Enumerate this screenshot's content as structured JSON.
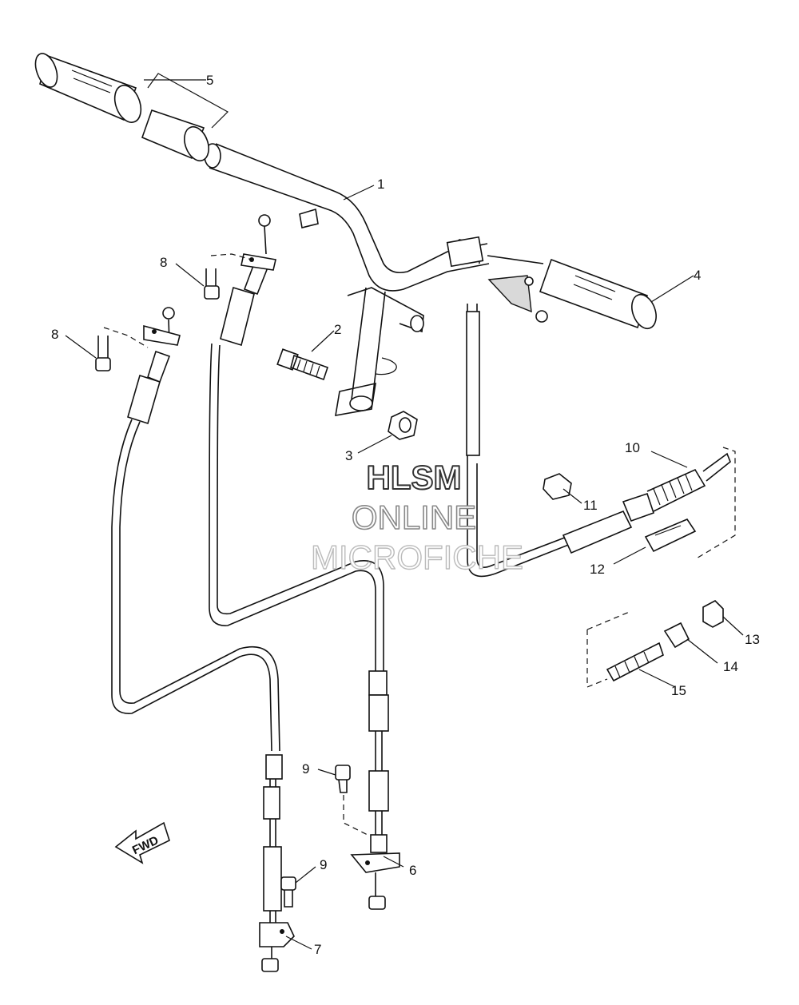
{
  "callouts": [
    "1",
    "2",
    "3",
    "4",
    "5",
    "6",
    "7",
    "8",
    "8",
    "9",
    "9",
    "10",
    "11",
    "12",
    "13",
    "14",
    "15"
  ],
  "watermark": {
    "line1": "HLSM",
    "line2": "ONLINE",
    "line3": "MICROFICHE"
  },
  "direction_label": "FWD"
}
